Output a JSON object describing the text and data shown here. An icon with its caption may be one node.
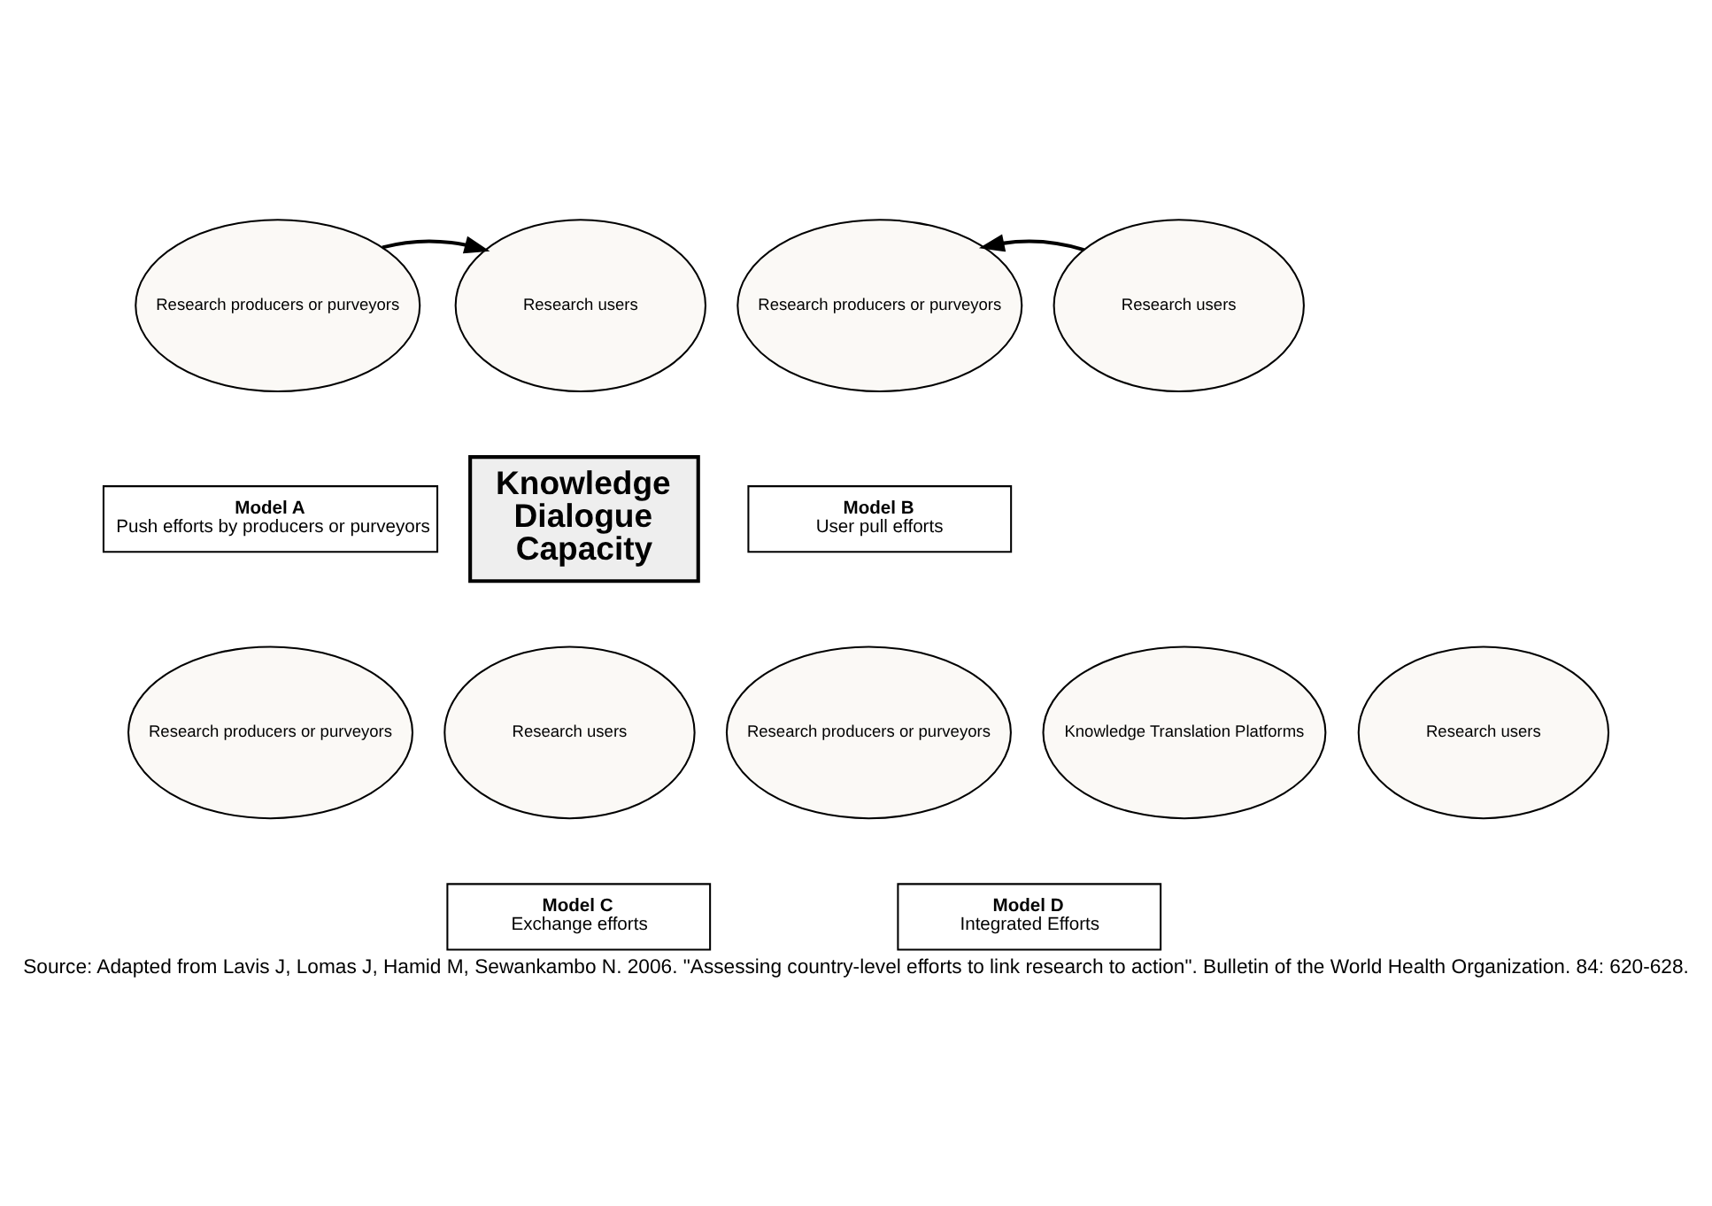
{
  "diagram": {
    "caption": "Source: Adapted from Lavis J, Lomas J, Hamid M, Sewankambo N. 2006. \"Assessing country-level efforts to link research to action\". Bulletin of the World Health Organization. 84: 620-628.",
    "nodes": [
      {
        "text": [
          "Research producers or purveyors"
        ]
      },
      {
        "text": [
          "Research users"
        ]
      },
      {
        "text": [
          "Model A",
          "Push efforts by producers or purveyors"
        ]
      },
      {
        "text": [
          "Research producers or purveyors"
        ]
      },
      {
        "text": [
          "Research users"
        ]
      },
      {
        "text": [
          "Model B",
          "User pull efforts"
        ]
      },
      {
        "text": [
          "Knowledge Dialogue Capacity"
        ]
      },
      {
        "text": [
          "Research producers or purveyors"
        ]
      },
      {
        "text": [
          "Research users"
        ]
      },
      {
        "text": [
          "Model C",
          "Exchange efforts"
        ]
      },
      {
        "text": [
          "Research producers or purveyors"
        ]
      },
      {
        "text": [
          "Knowledge Translation Platforms"
        ]
      },
      {
        "text": [
          "Research users"
        ]
      },
      {
        "text": [
          "Model D",
          "Integrated Efforts"
        ]
      }
    ],
    "edges": [
      {
        "from": 0,
        "to": 1,
        "arrow": "to"
      },
      {
        "from": 4,
        "to": 3,
        "arrow": "to"
      }
    ]
  }
}
